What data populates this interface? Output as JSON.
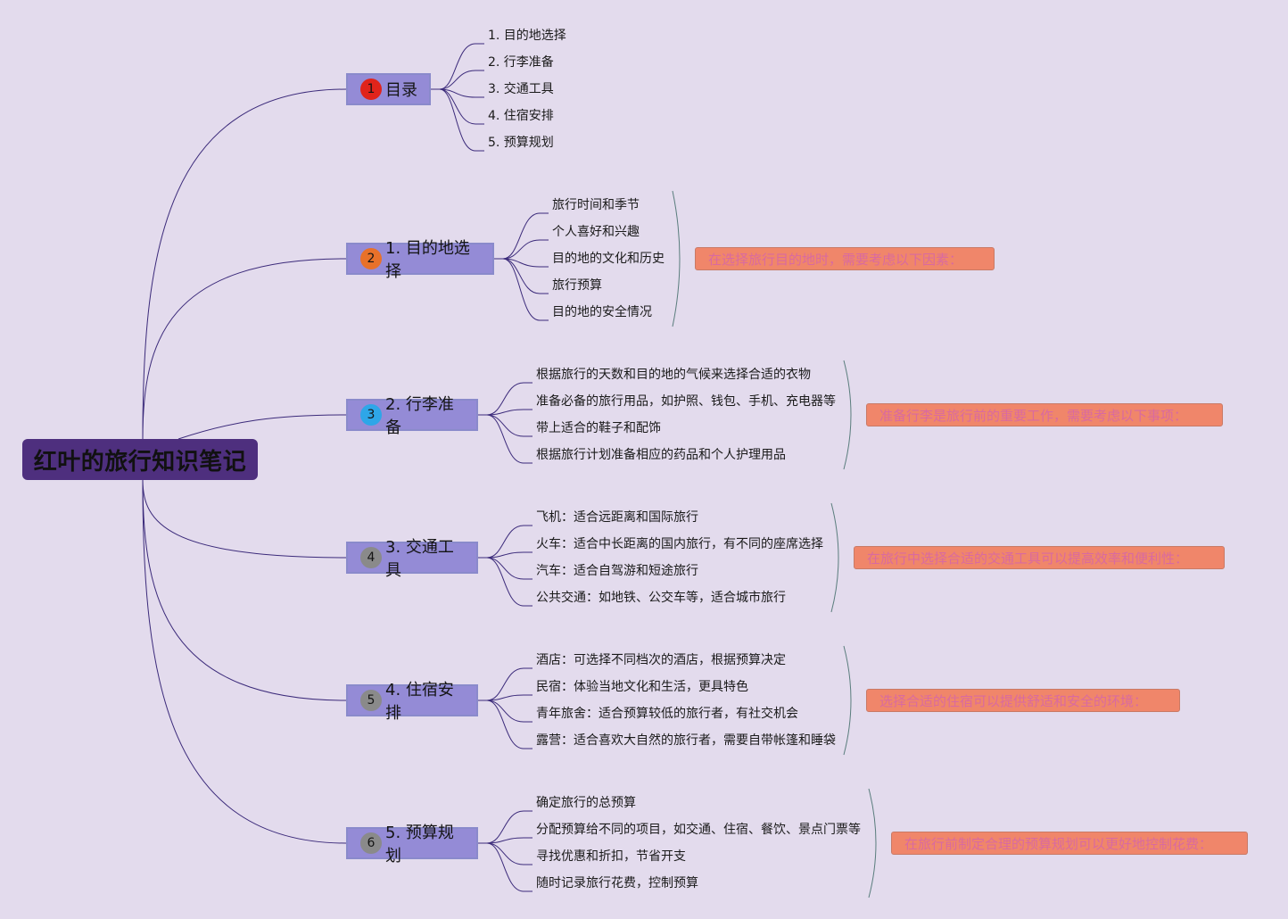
{
  "root": {
    "title": "红叶的旅行知识笔记"
  },
  "branches": [
    {
      "label": "目录",
      "badge": "1",
      "badge_color": "#e0241b",
      "children": [
        "1. 目的地选择",
        "2. 行李准备",
        "3. 交通工具",
        "4. 住宿安排",
        "5. 预算规划"
      ],
      "note": ""
    },
    {
      "label": "1. 目的地选择",
      "badge": "2",
      "badge_color": "#e8712a",
      "children": [
        "旅行时间和季节",
        "个人喜好和兴趣",
        "目的地的文化和历史",
        "旅行预算",
        "目的地的安全情况"
      ],
      "note": "在选择旅行目的地时，需要考虑以下因素："
    },
    {
      "label": "2. 行李准备",
      "badge": "3",
      "badge_color": "#2ea6e8",
      "children": [
        "根据旅行的天数和目的地的气候来选择合适的衣物",
        "准备必备的旅行用品，如护照、钱包、手机、充电器等",
        "带上适合的鞋子和配饰",
        "根据旅行计划准备相应的药品和个人护理用品"
      ],
      "note": "准备行李是旅行前的重要工作，需要考虑以下事项："
    },
    {
      "label": "3. 交通工具",
      "badge": "4",
      "badge_color": "#8a8a8a",
      "children": [
        "飞机：适合远距离和国际旅行",
        "火车：适合中长距离的国内旅行，有不同的座席选择",
        "汽车：适合自驾游和短途旅行",
        "公共交通：如地铁、公交车等，适合城市旅行"
      ],
      "note": "在旅行中选择合适的交通工具可以提高效率和便利性："
    },
    {
      "label": "4. 住宿安排",
      "badge": "5",
      "badge_color": "#8a8a8a",
      "children": [
        "酒店：可选择不同档次的酒店，根据预算决定",
        "民宿：体验当地文化和生活，更具特色",
        "青年旅舍：适合预算较低的旅行者，有社交机会",
        "露营：适合喜欢大自然的旅行者，需要自带帐篷和睡袋"
      ],
      "note": "选择合适的住宿可以提供舒适和安全的环境："
    },
    {
      "label": "5. 预算规划",
      "badge": "6",
      "badge_color": "#8a8a8a",
      "children": [
        "确定旅行的总预算",
        "分配预算给不同的项目，如交通、住宿、餐饮、景点门票等",
        "寻找优惠和折扣，节省开支",
        "随时记录旅行花费，控制预算"
      ],
      "note": "在旅行前制定合理的预算规划可以更好地控制花费："
    }
  ]
}
